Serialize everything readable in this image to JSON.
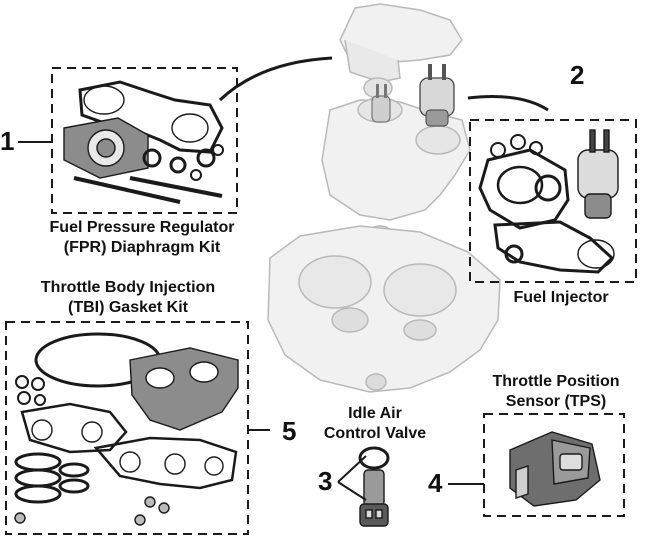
{
  "callouts": [
    {
      "number": "1",
      "lines": [
        "Fuel Pressure Regulator",
        "(FPR) Diaphragm Kit"
      ]
    },
    {
      "number": "2",
      "lines": [
        "Fuel Injector"
      ]
    },
    {
      "number": "3",
      "lines": [
        "Idle Air",
        "Control Valve"
      ]
    },
    {
      "number": "4",
      "lines": [
        "Throttle Position",
        "Sensor (TPS)"
      ]
    },
    {
      "number": "5",
      "lines": [
        "Throttle Body Injection",
        "(TBI) Gasket Kit"
      ]
    }
  ],
  "colors": {
    "line": "#1a1a1a",
    "part_light": "#e6e6e6",
    "part_mid": "#9a9a9a",
    "part_dark": "#5a5a5a",
    "gasket": "#8c8c8c"
  }
}
